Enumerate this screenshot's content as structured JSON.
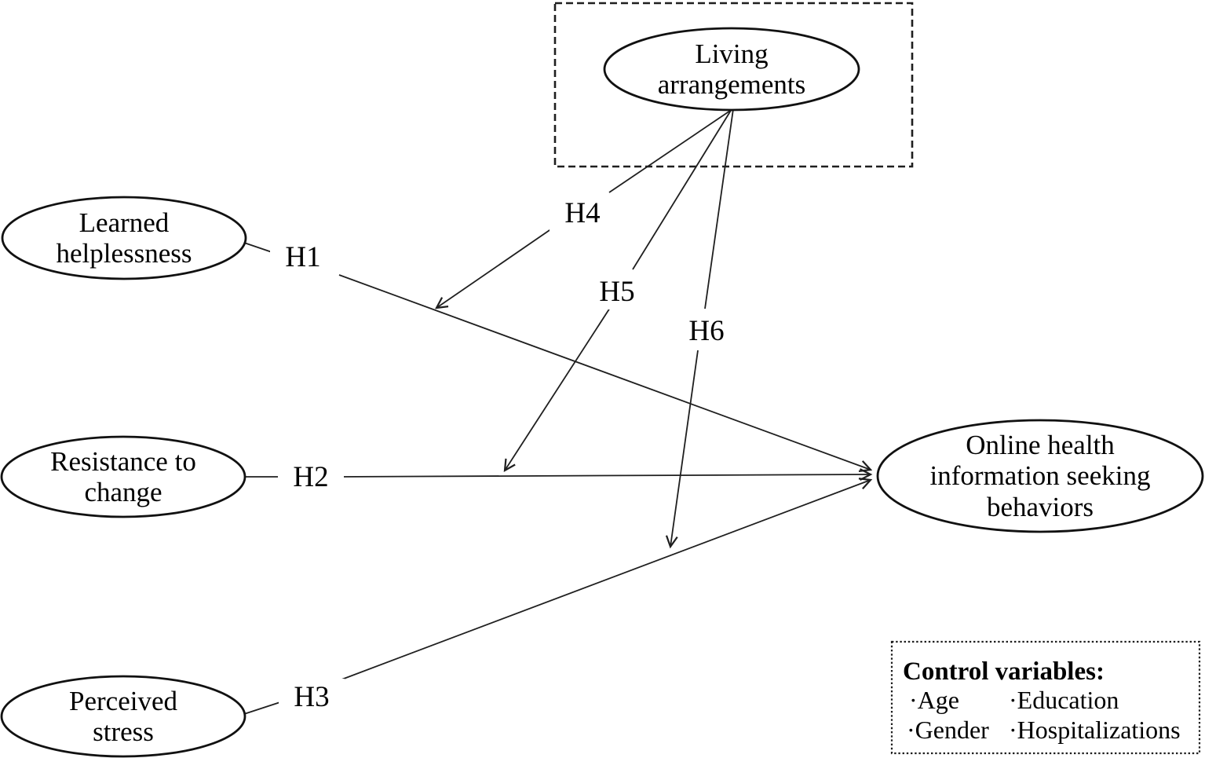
{
  "figure": {
    "background_color": "#ffffff",
    "line_color": "#1f1f1f",
    "text_color": "#000000"
  },
  "nodes": {
    "living_arrangements": {
      "label": "Living arrangements",
      "shape": "ellipse",
      "enclosure": "dashed-rectangle"
    },
    "learned_helplessness": {
      "label": "Learned helplessness",
      "shape": "ellipse"
    },
    "resistance_to_change": {
      "label": "Resistance to change",
      "shape": "ellipse"
    },
    "perceived_stress": {
      "label": "Perceived stress",
      "shape": "ellipse"
    },
    "online_health_info_seeking": {
      "label": "Online health information seeking behaviors",
      "shape": "ellipse"
    }
  },
  "hypotheses": {
    "h1": {
      "label": "H1",
      "from": "learned_helplessness",
      "to": "online_health_info_seeking"
    },
    "h2": {
      "label": "H2",
      "from": "resistance_to_change",
      "to": "online_health_info_seeking"
    },
    "h3": {
      "label": "H3",
      "from": "perceived_stress",
      "to": "online_health_info_seeking"
    },
    "h4": {
      "label": "H4",
      "from": "living_arrangements",
      "moderates": "h1"
    },
    "h5": {
      "label": "H5",
      "from": "living_arrangements",
      "moderates": "h2"
    },
    "h6": {
      "label": "H6",
      "from": "living_arrangements",
      "moderates": "h3"
    }
  },
  "control_box": {
    "title": "Control variables:",
    "items": [
      "·Age",
      "·Education",
      "·Gender",
      "·Hospitalizations"
    ]
  }
}
